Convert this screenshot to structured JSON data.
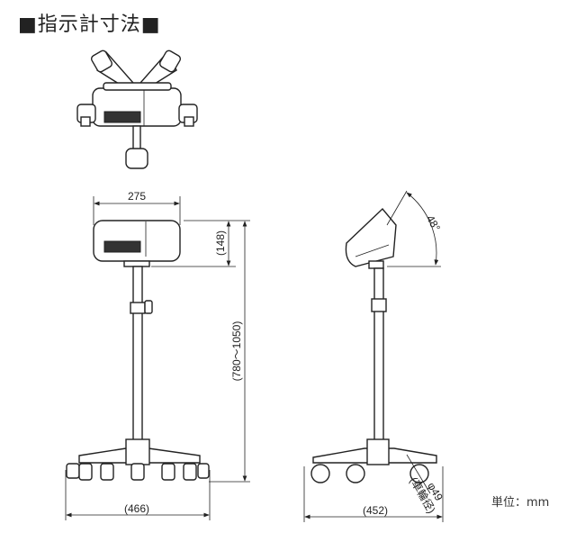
{
  "title": "■指示計寸法■",
  "dimensions": {
    "indicator_width": "275",
    "indicator_height": "(148)",
    "overall_height": "(780～1050)",
    "front_base_width": "(466)",
    "side_base_width": "(452)",
    "tilt_angle": "48°",
    "wheel_diameter": "φ49",
    "wheel_diameter_note": "(車輪径)"
  },
  "unit_label": "単位：mm"
}
